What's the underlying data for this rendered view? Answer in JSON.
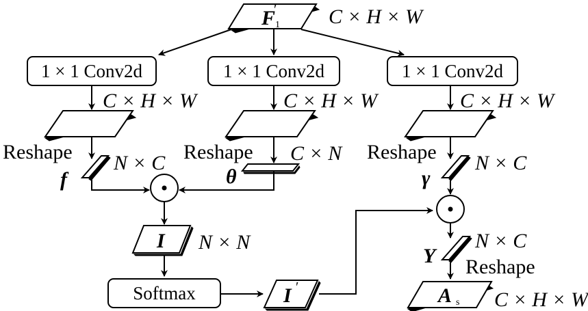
{
  "colors": {
    "ink": "#000000",
    "background": "#ffffff"
  },
  "input": {
    "tensor": "F",
    "prime": "′",
    "subscript": "1",
    "shape": "C × H × W"
  },
  "branches": [
    {
      "conv_label": "1 × 1 Conv2d",
      "out_shape": "C × H × W",
      "reshape_label": "Reshape",
      "reshaped_symbol": "f",
      "reshaped_shape": "N × C"
    },
    {
      "conv_label": "1 × 1 Conv2d",
      "out_shape": "C × H × W",
      "reshape_label": "Reshape",
      "reshaped_symbol": "θ",
      "reshaped_shape": "C × N"
    },
    {
      "conv_label": "1 × 1 Conv2d",
      "out_shape": "C × H × W",
      "reshape_label": "Reshape",
      "reshaped_symbol": "γ",
      "reshaped_shape": "N × C"
    }
  ],
  "operator_symbol": "⊙",
  "attention": {
    "symbol": "I",
    "shape": "N × N"
  },
  "softmax": {
    "label": "Softmax"
  },
  "attention_normalized": {
    "symbol": "I",
    "prime": "′"
  },
  "output": {
    "symbol": "Y",
    "shape": "N × C",
    "reshape_label": "Reshape",
    "final_symbol": "A",
    "final_subscript": "s",
    "final_shape": "C × H × W"
  }
}
